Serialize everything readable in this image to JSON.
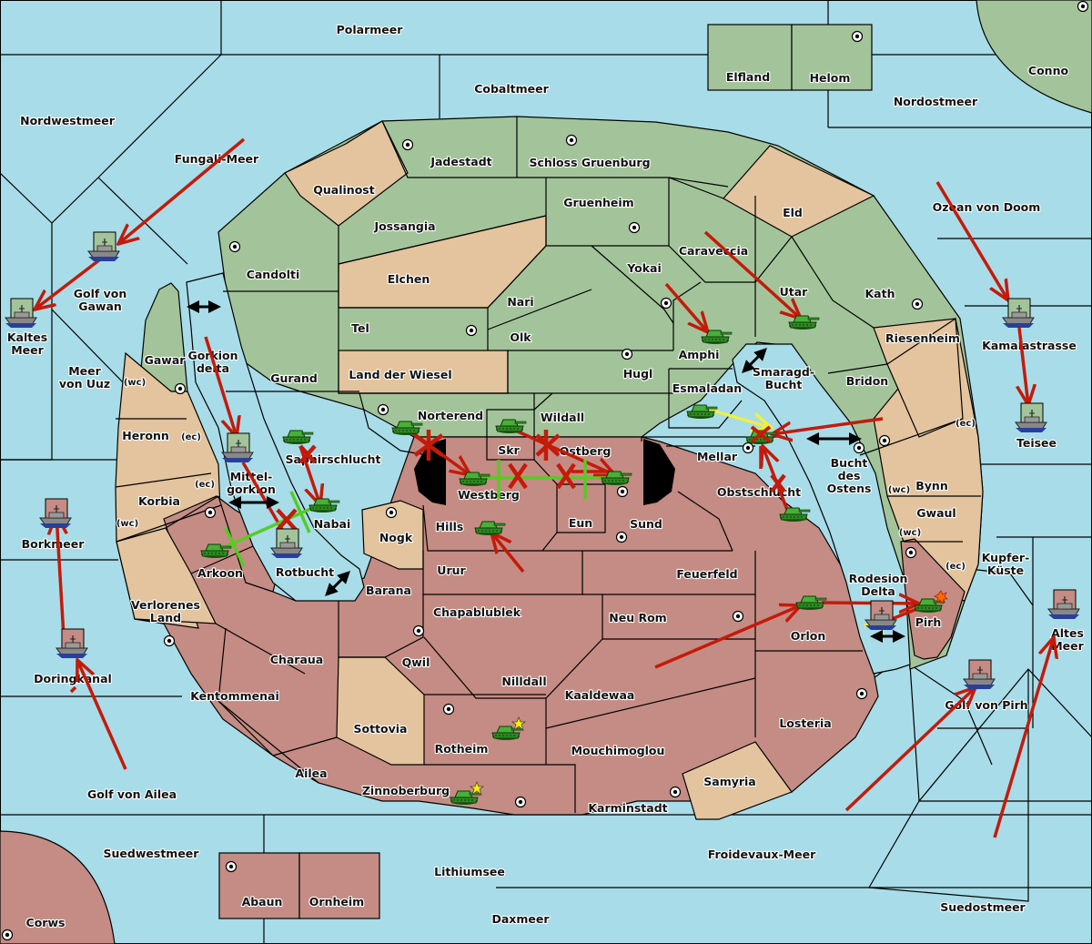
{
  "map": {
    "colors": {
      "sea": "#a8dce8",
      "green_power": "#a3c49a",
      "red_power": "#c48c84",
      "neutral": "#e3c49e",
      "order_arrow": "#c41a0a",
      "convoy_line": "#55cc22",
      "retreat_line": "#f0f040"
    },
    "seas": [
      {
        "id": "polarmeer",
        "label": "Polarmeer"
      },
      {
        "id": "cobaltmeer",
        "label": "Cobaltmeer"
      },
      {
        "id": "nordwestmeer",
        "label": "Nordwestmeer"
      },
      {
        "id": "nordostmeer",
        "label": "Nordostmeer"
      },
      {
        "id": "fungali-meer",
        "label": "Fungali-Meer"
      },
      {
        "id": "golf-von-gawan",
        "label": "Golf von Gawan"
      },
      {
        "id": "kaltes-meer",
        "label": "Kaltes Meer"
      },
      {
        "id": "meer-von-uuz",
        "label": "Meer von Uuz"
      },
      {
        "id": "gorkion-delta",
        "label": "Gorkion delta"
      },
      {
        "id": "mittel-gorkion",
        "label": "Mittel- gorkion"
      },
      {
        "id": "rotbucht",
        "label": "Rotbucht"
      },
      {
        "id": "borkmeer",
        "label": "Borkmeer"
      },
      {
        "id": "doringkanal",
        "label": "Doringkanal"
      },
      {
        "id": "golf-von-ailea",
        "label": "Golf von Ailea"
      },
      {
        "id": "suedwestmeer",
        "label": "Suedwestmeer"
      },
      {
        "id": "lithiumsee",
        "label": "Lithiumsee"
      },
      {
        "id": "daxmeer",
        "label": "Daxmeer"
      },
      {
        "id": "froidevaux-meer",
        "label": "Froidevaux-Meer"
      },
      {
        "id": "suedostmeer",
        "label": "Suedostmeer"
      },
      {
        "id": "golf-von-pirh",
        "label": "Golf von Pirh"
      },
      {
        "id": "altes-meer",
        "label": "Altes Meer"
      },
      {
        "id": "kupfer-kueste",
        "label": "Kupfer- Küste"
      },
      {
        "id": "rodesion-delta",
        "label": "Rodesion Delta"
      },
      {
        "id": "bucht-des-ostens",
        "label": "Bucht des Ostens"
      },
      {
        "id": "smaragd-bucht",
        "label": "Smaragd- Bucht"
      },
      {
        "id": "teisee",
        "label": "Teisee"
      },
      {
        "id": "kamalastrasse",
        "label": "Kamalastrasse"
      },
      {
        "id": "ozean-von-doom",
        "label": "Ozean von Doom"
      }
    ],
    "provinces": {
      "elfland": "Elfland",
      "helom": "Helom",
      "conno": "Conno",
      "jadestadt": "Jadestadt",
      "schloss-gruenburg": "Schloss Gruenburg",
      "qualinost": "Qualinost",
      "jossangia": "Jossangia",
      "gruenheim": "Gruenheim",
      "eld": "Eld",
      "candolti": "Candolti",
      "elchen": "Elchen",
      "caraveccia": "Caraveccia",
      "yokai": "Yokai",
      "nari": "Nari",
      "utar": "Utar",
      "kath": "Kath",
      "tel": "Tel",
      "olk": "Olk",
      "amphi": "Amphi",
      "gawar": "Gawar",
      "land-der-wiesel": "Land der Wiesel",
      "hugl": "Hugl",
      "gurand": "Gurand",
      "riesenheim": "Riesenheim",
      "esmaladan": "Esmaladan",
      "bridon": "Bridon",
      "norterend": "Norterend",
      "wildall": "Wildall",
      "skr": "Skr",
      "heronn": "Heronn",
      "saphirschlucht": "Saphirschlucht",
      "ostberg": "Ostberg",
      "mellar": "Mellar",
      "westberg": "Westberg",
      "korbia": "Korbia",
      "nabai": "Nabai",
      "obstschlucht": "Obstschlucht",
      "bynn": "Bynn",
      "gwaul": "Gwaul",
      "hills": "Hills",
      "eun": "Eun",
      "sund": "Sund",
      "nogk": "Nogk",
      "arkoon": "Arkoon",
      "urur": "Urur",
      "feuerfeld": "Feuerfeld",
      "barana": "Barana",
      "verlorenes-land": "Verlorenes Land",
      "chapablublek": "Chapablublek",
      "neu-rom": "Neu Rom",
      "pirh": "Pirh",
      "orlon": "Orlon",
      "qwil": "Qwil",
      "charaua": "Charaua",
      "nilldall": "Nilldall",
      "kentommenai": "Kentommenai",
      "kaaldewaa": "Kaaldewaa",
      "sottovia": "Sottovia",
      "losteria": "Losteria",
      "rotheim": "Rotheim",
      "mouchimoglou": "Mouchimoglou",
      "ailea": "Ailea",
      "samyria": "Samyria",
      "zinnoberburg": "Zinnoberburg",
      "karminstadt": "Karminstadt",
      "abaun": "Abaun",
      "ornheim": "Ornheim",
      "corws": "Corws"
    },
    "coast_labels": {
      "wc": "(wc)",
      "ec": "(ec)"
    },
    "units": [
      {
        "type": "fleet",
        "power": "green",
        "location": "Golf von Gawan"
      },
      {
        "type": "fleet",
        "power": "green",
        "location": "Kaltes Meer"
      },
      {
        "type": "fleet",
        "power": "green",
        "location": "Gorkion delta"
      },
      {
        "type": "fleet",
        "power": "green",
        "location": "Rotbucht"
      },
      {
        "type": "fleet",
        "power": "red",
        "location": "Borkmeer"
      },
      {
        "type": "fleet",
        "power": "red",
        "location": "Doringkanal"
      },
      {
        "type": "fleet",
        "power": "green",
        "location": "Kamalastrasse"
      },
      {
        "type": "fleet",
        "power": "green",
        "location": "Teisee"
      },
      {
        "type": "fleet",
        "power": "red",
        "location": "Rodesion Delta"
      },
      {
        "type": "fleet",
        "power": "red",
        "location": "Golf von Pirh"
      },
      {
        "type": "fleet",
        "power": "red",
        "location": "Altes Meer"
      },
      {
        "type": "army",
        "power": "green",
        "location": "Saphirschlucht"
      },
      {
        "type": "army",
        "power": "green",
        "location": "Nabai"
      },
      {
        "type": "army",
        "power": "green",
        "location": "Arkoon"
      },
      {
        "type": "army",
        "power": "green",
        "location": "Norterend"
      },
      {
        "type": "army",
        "power": "green",
        "location": "Westberg"
      },
      {
        "type": "army",
        "power": "green",
        "location": "Skr"
      },
      {
        "type": "army",
        "power": "green",
        "location": "Ostberg"
      },
      {
        "type": "army",
        "power": "green",
        "location": "Hills"
      },
      {
        "type": "army",
        "power": "green",
        "location": "Amphi"
      },
      {
        "type": "army",
        "power": "green",
        "location": "Utar"
      },
      {
        "type": "army",
        "power": "green",
        "location": "Esmaladan"
      },
      {
        "type": "army",
        "power": "green",
        "location": "Mellar",
        "dislodged": true
      },
      {
        "type": "army",
        "power": "green",
        "location": "Obstschlucht"
      },
      {
        "type": "army",
        "power": "green",
        "location": "Orlon"
      },
      {
        "type": "army",
        "power": "green",
        "location": "Pirh",
        "destroyed": true
      },
      {
        "type": "army",
        "power": "green",
        "location": "Rotheim",
        "built": true
      },
      {
        "type": "army",
        "power": "green",
        "location": "Zinnoberburg",
        "built": true
      }
    ]
  }
}
